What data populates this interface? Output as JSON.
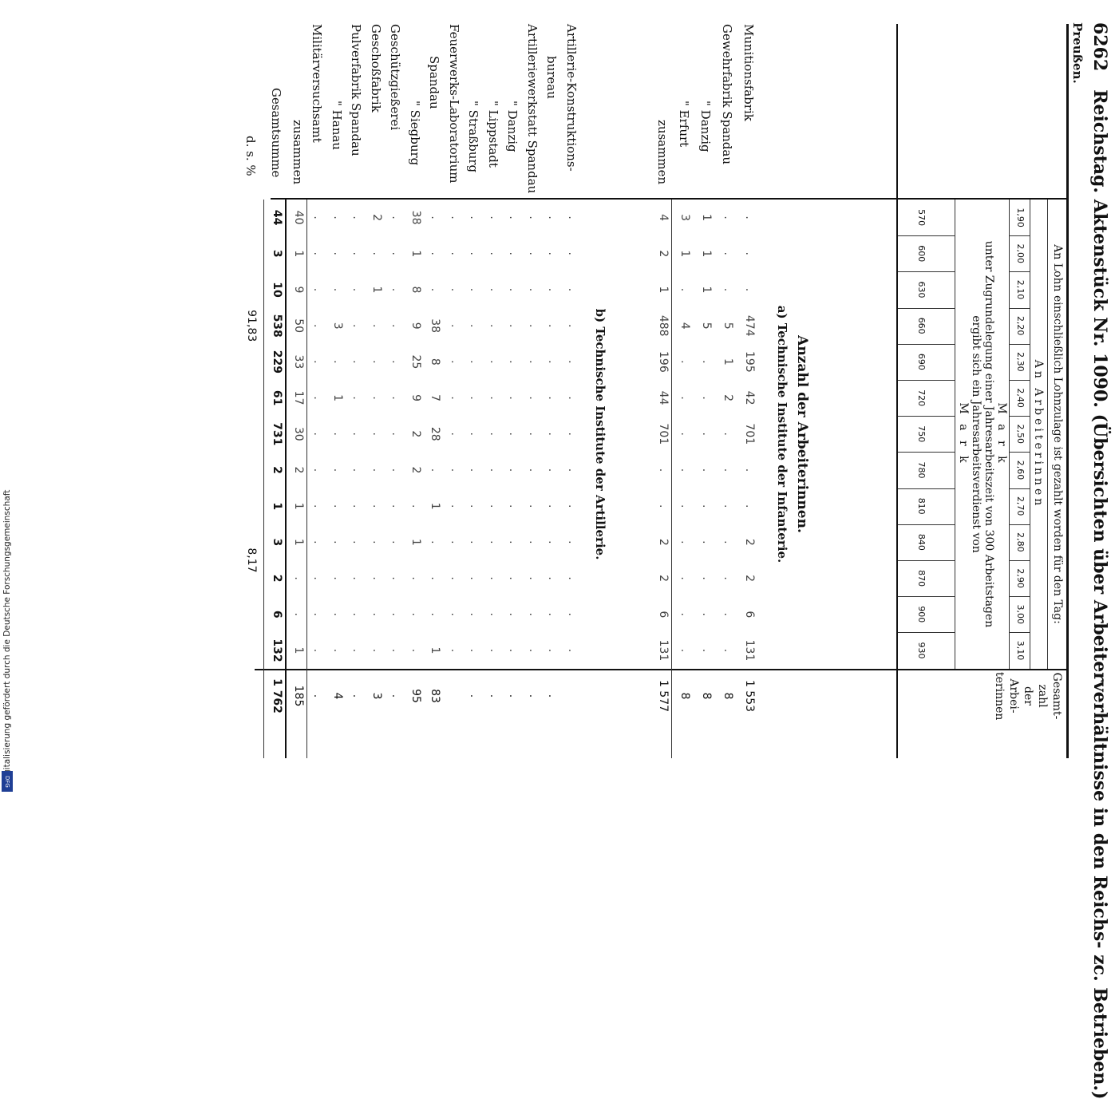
{
  "header": {
    "page_number": "6262",
    "title": "Reichstag. Aktenstück Nr. 1090. (Übersichten über Arbeiterverhältnisse in den Reichs- zc. Betrieben.)",
    "section": "Preußen."
  },
  "credit": {
    "text": "Digitalisierung gefördert durch die Deutsche Forschungsgemeinschaft",
    "logo": "DFG"
  },
  "table_head": {
    "top": "An Lohn einschließlich Lohnzulage ist gezahlt worden für den Tag:",
    "sub": "An Arbeiterinnen",
    "unit1": "M a r k",
    "explain1": "unter Zugrundelegung einer Jahresarbeitszeit von 300 Arbeitstagen",
    "explain2": "ergibt sich ein Jahresarbeitsverdienst von",
    "unit2": "M a r k",
    "total_col": [
      "Gesamt-",
      "zahl",
      "der",
      "Arbei-",
      "terinnen"
    ],
    "day_rates": [
      "1,90",
      "2,00",
      "2,10",
      "2,20",
      "2,30",
      "2,40",
      "2,50",
      "2,60",
      "2,70",
      "2,80",
      "2,90",
      "3,00",
      "3,10"
    ],
    "year_rates": [
      "570",
      "600",
      "630",
      "660",
      "690",
      "720",
      "750",
      "780",
      "810",
      "840",
      "870",
      "900",
      "930"
    ]
  },
  "main_heading": "Anzahl der Arbeiterinnen.",
  "section_a": {
    "heading": "a) Technische Institute der Infanterie.",
    "rows": [
      {
        "label": "Munitionsfabrik",
        "vals": [
          ".",
          ".",
          ".",
          "474",
          "195",
          "42",
          "701",
          ".",
          ".",
          "2",
          "2",
          "6",
          "131"
        ],
        "total": "1 553"
      },
      {
        "label": "Gewehrfabrik Spandau",
        "vals": [
          ".",
          ".",
          ".",
          "5",
          "1",
          "2",
          ".",
          ".",
          ".",
          ".",
          ".",
          ".",
          "."
        ],
        "total": "8"
      },
      {
        "label": "\"  Danzig",
        "vals": [
          "1",
          "1",
          "1",
          "5",
          ".",
          ".",
          ".",
          ".",
          ".",
          ".",
          ".",
          ".",
          "."
        ],
        "total": "8"
      },
      {
        "label": "\"  Erfurt",
        "vals": [
          "3",
          "1",
          ".",
          "4",
          ".",
          ".",
          ".",
          ".",
          ".",
          ".",
          ".",
          ".",
          "."
        ],
        "total": "8"
      },
      {
        "label": "zusammen",
        "vals": [
          "4",
          "2",
          "1",
          "488",
          "196",
          "44",
          "701",
          ".",
          ".",
          "2",
          "2",
          "6",
          "131"
        ],
        "total": "1 577"
      }
    ]
  },
  "section_b": {
    "heading": "b) Technische Institute der Artillerie.",
    "rows": [
      {
        "label": "Artillerie-Konstruktions-",
        "vals": [
          ".",
          ".",
          ".",
          ".",
          ".",
          ".",
          ".",
          ".",
          ".",
          ".",
          ".",
          ".",
          "."
        ],
        "total": ""
      },
      {
        "label": "bureau",
        "vals": [
          ".",
          ".",
          ".",
          ".",
          ".",
          ".",
          ".",
          ".",
          ".",
          ".",
          ".",
          ".",
          "."
        ],
        "total": "."
      },
      {
        "label": "Artilleriewerkstatt Spandau",
        "vals": [
          ".",
          ".",
          ".",
          ".",
          ".",
          ".",
          ".",
          ".",
          ".",
          ".",
          ".",
          ".",
          "."
        ],
        "total": "."
      },
      {
        "label": "\"  Danzig",
        "vals": [
          ".",
          ".",
          ".",
          ".",
          ".",
          ".",
          ".",
          ".",
          ".",
          ".",
          ".",
          ".",
          "."
        ],
        "total": "."
      },
      {
        "label": "\"  Lippstadt",
        "vals": [
          ".",
          ".",
          ".",
          ".",
          ".",
          ".",
          ".",
          ".",
          ".",
          ".",
          ".",
          ".",
          "."
        ],
        "total": "."
      },
      {
        "label": "\"  Straßburg",
        "vals": [
          ".",
          ".",
          ".",
          ".",
          ".",
          ".",
          ".",
          ".",
          ".",
          ".",
          ".",
          ".",
          "."
        ],
        "total": "."
      },
      {
        "label": "Feuerwerks-Laboratorium",
        "vals": [
          ".",
          ".",
          ".",
          ".",
          ".",
          ".",
          ".",
          ".",
          ".",
          ".",
          ".",
          ".",
          "."
        ],
        "total": ""
      },
      {
        "label": "Spandau",
        "vals": [
          ".",
          ".",
          ".",
          "38",
          "8",
          "7",
          "28",
          ".",
          "1",
          ".",
          ".",
          ".",
          "1"
        ],
        "total": "83"
      },
      {
        "label": "\"  Siegburg",
        "vals": [
          "38",
          "1",
          "8",
          "9",
          "25",
          "9",
          "2",
          "2",
          ".",
          "1",
          ".",
          ".",
          "."
        ],
        "total": "95"
      },
      {
        "label": "Geschützgießerei",
        "vals": [
          ".",
          ".",
          ".",
          ".",
          ".",
          ".",
          ".",
          ".",
          ".",
          ".",
          ".",
          ".",
          "."
        ],
        "total": "."
      },
      {
        "label": "Geschoßfabrik",
        "vals": [
          "2",
          ".",
          "1",
          ".",
          ".",
          ".",
          ".",
          ".",
          ".",
          ".",
          ".",
          ".",
          "."
        ],
        "total": "3"
      },
      {
        "label": "Pulverfabrik Spandau",
        "vals": [
          ".",
          ".",
          ".",
          ".",
          ".",
          ".",
          ".",
          ".",
          ".",
          ".",
          ".",
          ".",
          "."
        ],
        "total": "."
      },
      {
        "label": "\"  Hanau",
        "vals": [
          ".",
          ".",
          ".",
          "3",
          ".",
          "1",
          ".",
          ".",
          ".",
          ".",
          ".",
          ".",
          "."
        ],
        "total": "4"
      },
      {
        "label": "Militärversuchsamt",
        "vals": [
          ".",
          ".",
          ".",
          ".",
          ".",
          ".",
          ".",
          ".",
          ".",
          ".",
          ".",
          ".",
          "."
        ],
        "total": "."
      },
      {
        "label": "zusammen",
        "vals": [
          "40",
          "1",
          "9",
          "50",
          "33",
          "17",
          "30",
          "2",
          "1",
          "1",
          ".",
          ".",
          "1"
        ],
        "total": "185"
      }
    ]
  },
  "totals": {
    "label": "Gesamtsumme",
    "vals": [
      "44",
      "3",
      "10",
      "538",
      "229",
      "61",
      "731",
      "2",
      "1",
      "3",
      "2",
      "6",
      "132"
    ],
    "total": "1 762",
    "pct_label": "d. s. %",
    "pct_left": "91,83",
    "pct_right": "8,17"
  }
}
